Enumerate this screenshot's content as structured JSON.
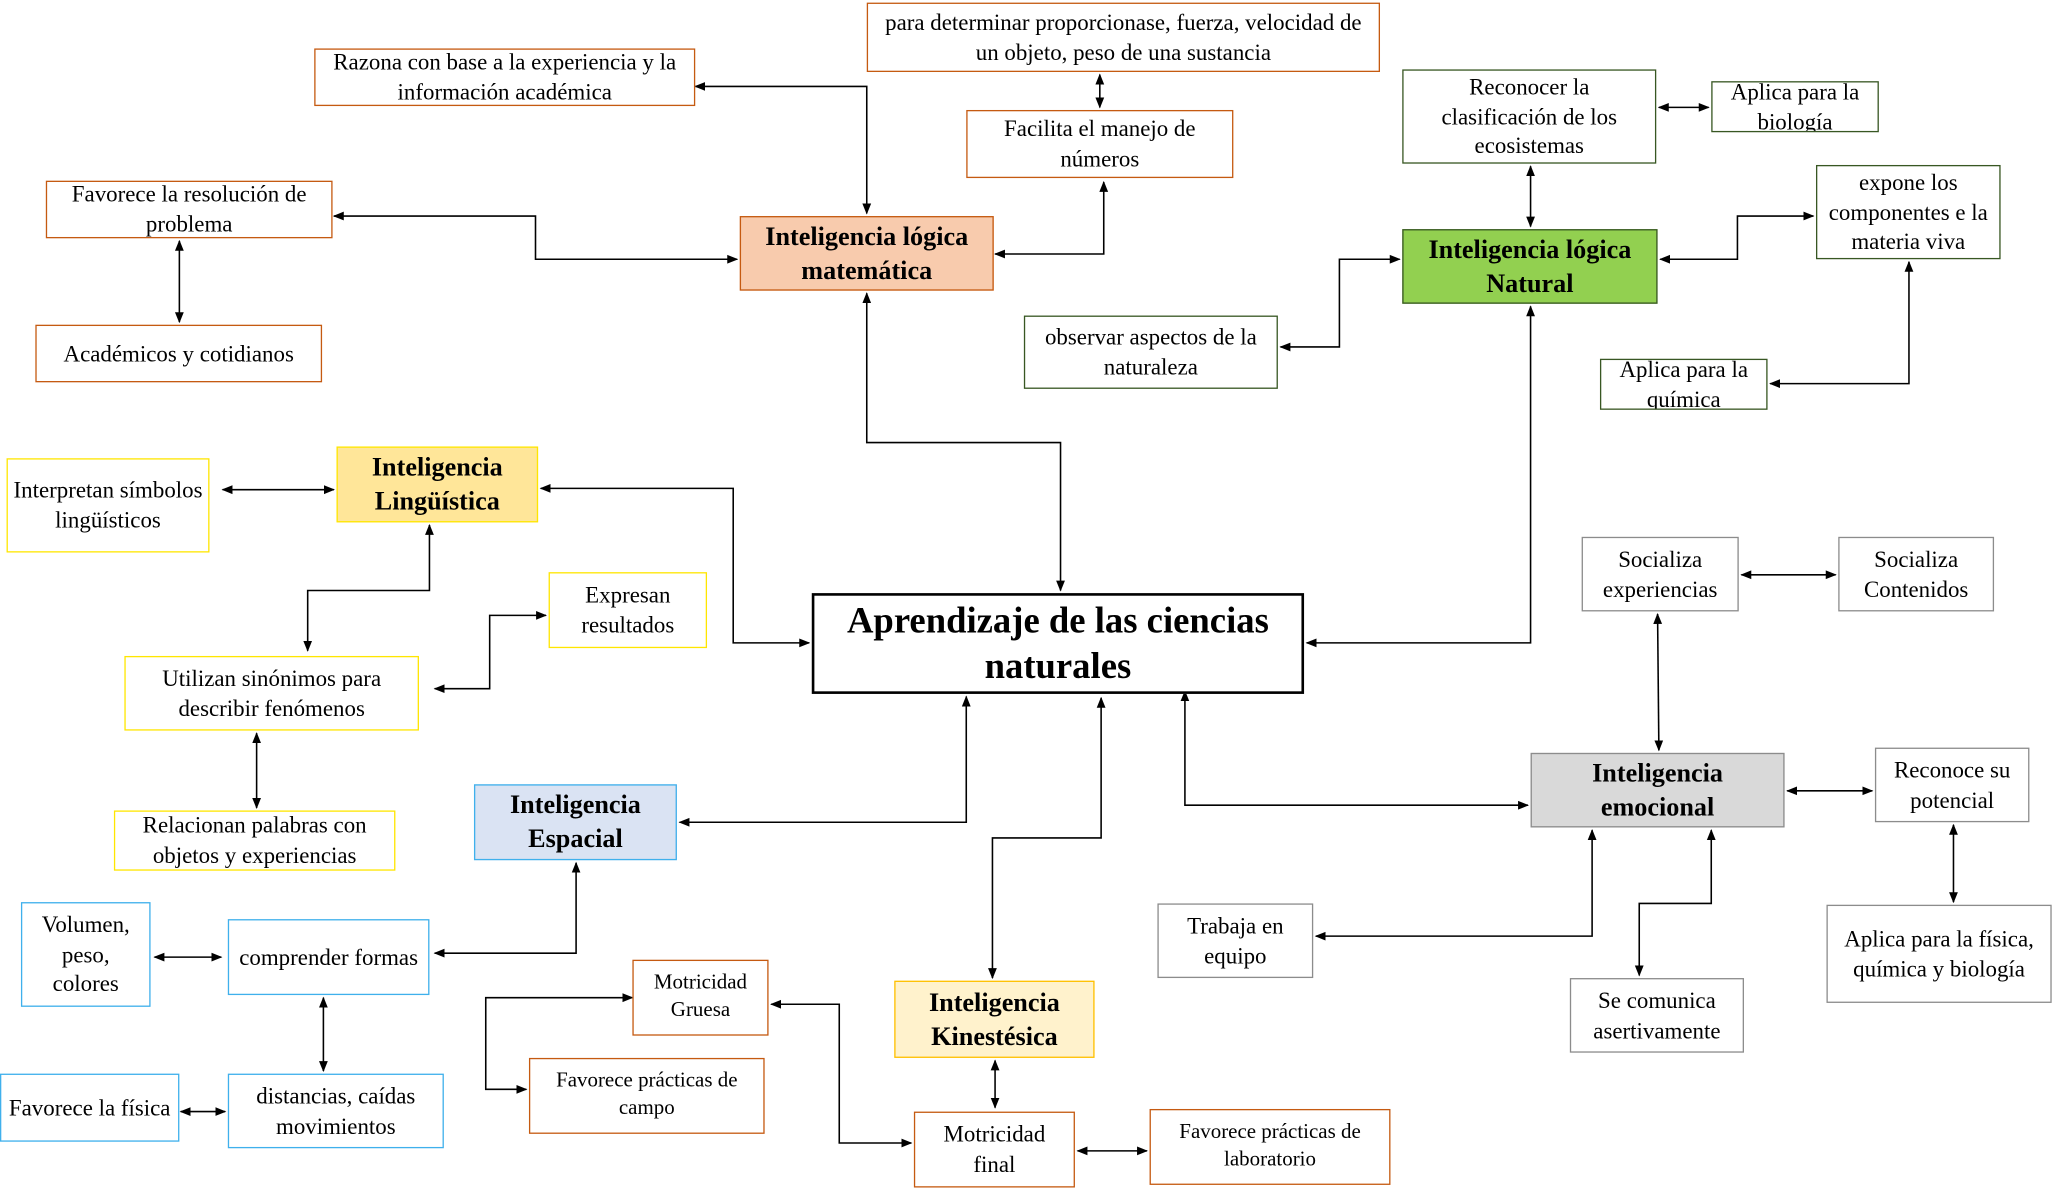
{
  "central": "Aprendizaje de las ciencias naturales",
  "logica_matematica": {
    "title": "Inteligencia lógica matemática",
    "proporciones": "para determinar proporcionase, fuerza, velocidad  de un objeto, peso de una sustancia",
    "razona": "Razona con base a la experiencia y la información académica",
    "facilita": "Facilita  el manejo de números",
    "favorece": "Favorece la resolución de problema",
    "academicos": "Académicos y cotidianos"
  },
  "logica_natural": {
    "title": "Inteligencia lógica Natural",
    "reconocer": "Reconocer la clasificación  de los ecosistemas",
    "biologia": "Aplica para la biología",
    "expone": "expone los componentes e la materia viva",
    "observar": "observar aspectos de la naturaleza",
    "quimica": "Aplica para la química"
  },
  "linguistica": {
    "title": "Inteligencia Lingüística",
    "interpretan": "Interpretan símbolos lingüísticos",
    "expresan": "Expresan resultados",
    "utilizan": "Utilizan  sinónimos para describir fenómenos",
    "relacionan": "Relacionan palabras con objetos y experiencias"
  },
  "espacial": {
    "title": "Inteligencia Espacial",
    "volumen": "Volumen, peso, colores",
    "comprender": "comprender formas",
    "fisica": "Favorece la física",
    "distancias": "distancias, caídas movimientos"
  },
  "kinestesica": {
    "title": "Inteligencia Kinestésica",
    "gruesa": "Motricidad Gruesa",
    "campo": "Favorece prácticas de campo",
    "final": "Motricidad final",
    "laboratorio": "Favorece prácticas de laboratorio"
  },
  "emocional": {
    "title": "Inteligencia emocional",
    "soc_exp": "Socializa experiencias",
    "soc_cont": "Socializa Contenidos",
    "potencial": "Reconoce su potencial",
    "aplica": "Aplica para la física, química y biología",
    "trabaja": "Trabaja en equipo",
    "comunica": "Se comunica asertivamente"
  }
}
